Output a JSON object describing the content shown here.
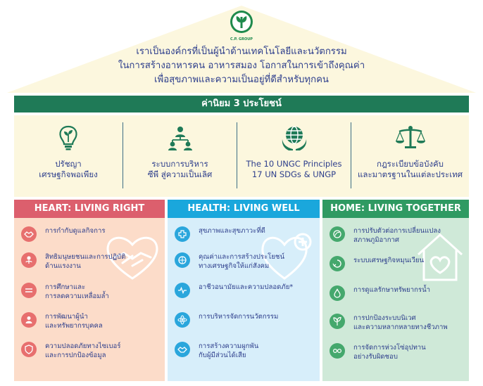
{
  "logo": {
    "text": "C.P. GROUP"
  },
  "mission_lines": [
    "เราเป็นองค์กรที่เป็นผู้นำด้านเทคโนโลยีและนวัตกรรม",
    "ในการสร้างอาหารคน อาหารสมอง โอกาสในการเข้าถึงคุณค่า",
    "เพื่อสุขภาพและความเป็นอยู่ที่ดีสำหรับทุกคน"
  ],
  "values_banner": "ค่านิยม 3 ประโยชน์",
  "pillars": [
    {
      "icon": "bulb-sprout-icon",
      "lines": [
        "ปรัชญา",
        "เศรษฐกิจพอเพียง"
      ]
    },
    {
      "icon": "org-chart-icon",
      "lines": [
        "ระบบการบริหาร",
        "ซีพี สู่ความเป็นเลิศ"
      ]
    },
    {
      "icon": "globe-hands-icon",
      "lines": [
        "The 10 UNGC Principles",
        "17 UN SDGs & UNGP"
      ]
    },
    {
      "icon": "scales-icon",
      "lines": [
        "กฎระเบียบข้อบังคับ",
        "และมาตรฐานในแต่ละประเทศ"
      ]
    }
  ],
  "panels": [
    {
      "title": "HEART: LIVING RIGHT",
      "header_color": "#dc5f6d",
      "bg_color": "#fcdcc9",
      "icon_color": "#e76f6e",
      "items": [
        {
          "icon": "handshake-icon",
          "lines": [
            "การกำกับดูแลกิจการ"
          ]
        },
        {
          "icon": "people-tree-icon",
          "lines": [
            "สิทธิมนุษยชนและการปฏิบัติ",
            "ด้านแรงงาน"
          ]
        },
        {
          "icon": "equality-icon",
          "lines": [
            "การศึกษาและ",
            "การลดความเหลื่อมล้ำ"
          ]
        },
        {
          "icon": "talent-icon",
          "lines": [
            "การพัฒนาผู้นำ",
            "และทรัพยากรบุคคล"
          ]
        },
        {
          "icon": "cyber-shield-icon",
          "lines": [
            "ความปลอดภัยทางไซเบอร์",
            "และการปกป้องข้อมูล"
          ]
        }
      ]
    },
    {
      "title": "HEALTH: LIVING WELL",
      "header_color": "#1aa7dc",
      "bg_color": "#d7eefa",
      "icon_color": "#2aa6dc",
      "items": [
        {
          "icon": "health-icon",
          "lines": [
            "สุขภาพและสุขภาวะที่ดี"
          ]
        },
        {
          "icon": "social-value-icon",
          "lines": [
            "คุณค่าและการสร้างประโยชน์",
            "ทางเศรษฐกิจให้แก่สังคม"
          ]
        },
        {
          "icon": "heartbeat-icon",
          "lines": [
            "อาชีวอนามัยและความปลอดภัย*"
          ]
        },
        {
          "icon": "innovation-icon",
          "lines": [
            "การบริหารจัดการนวัตกรรม"
          ]
        },
        {
          "icon": "stakeholder-icon",
          "lines": [
            "การสร้างความผูกพัน",
            "กับผู้มีส่วนได้เสีย"
          ]
        }
      ]
    },
    {
      "title": "HOME: LIVING TOGETHER",
      "header_color": "#2f9a62",
      "bg_color": "#cfe9d8",
      "icon_color": "#45a86d",
      "items": [
        {
          "icon": "climate-icon",
          "lines": [
            "การปรับตัวต่อการเปลี่ยนแปลง",
            "สภาพภูมิอากาศ"
          ]
        },
        {
          "icon": "recycle-icon",
          "lines": [
            "ระบบเศรษฐกิจหมุนเวียน"
          ]
        },
        {
          "icon": "water-drop-icon",
          "lines": [
            "การดูแลรักษาทรัพยากรน้ำ"
          ]
        },
        {
          "icon": "biodiversity-icon",
          "lines": [
            "การปกป้องระบบนิเวศ",
            "และความหลากหลายทางชีวภาพ"
          ]
        },
        {
          "icon": "supply-chain-icon",
          "lines": [
            "การจัดการห่วงโซ่อุปทาน",
            "อย่างรับผิดชอบ"
          ]
        }
      ]
    }
  ]
}
